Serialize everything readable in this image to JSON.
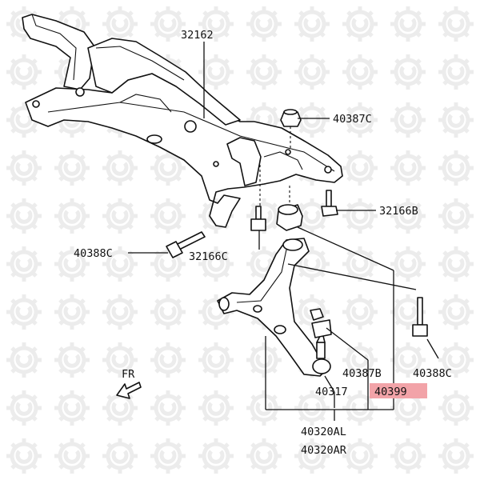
{
  "diagram": {
    "labels": {
      "crossmember": "32162",
      "nut_upper": "40387C",
      "bolt_right": "32166B",
      "bolt_left": "40388C",
      "bolt_center": "32166C",
      "nut_lower": "40387B",
      "ball_joint": "40317",
      "bushing": "40399",
      "bolt_rear": "40388C",
      "arm_left": "40320AL",
      "arm_right": "40320AR",
      "front_marker": "FR"
    },
    "highlighted_part": "40399",
    "highlight_color": "#f2a3a8",
    "watermark_icon": "gear-logo-icon"
  }
}
